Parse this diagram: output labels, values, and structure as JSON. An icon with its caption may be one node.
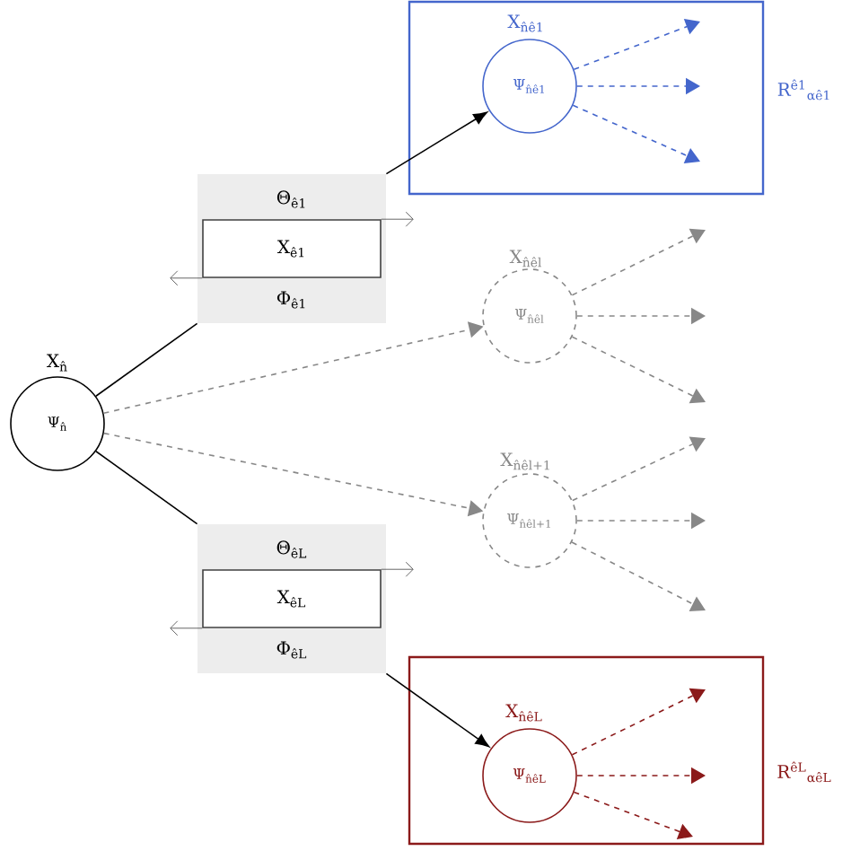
{
  "diagram": {
    "nodes": [
      {
        "text": [
          "Ψ$_{n̂}$"
        ],
        "beside": [
          "X$_{n̂}$"
        ]
      },
      {
        "text": [
          "Θ$_{ê1}$",
          "Φ$_{ê1}$"
        ]
      },
      {
        "text": [
          "X$_{ê1}$"
        ],
        "in": 1
      },
      {
        "text": [
          "Θ$_{êL}$",
          "Φ$_{êL}$"
        ]
      },
      {
        "text": [
          "X$_{êL}$"
        ],
        "in": 3
      },
      {
        "text": [],
        "shape": "box",
        "beside": [
          "R$^{ê1}$$_{αê1}$"
        ]
      },
      {
        "text": [
          "Ψ$_{n̂ê1}$"
        ],
        "in": 5,
        "beside": [
          "X$_{n̂ê1}$"
        ]
      },
      {
        "text": [
          "Ψ$_{n̂êl}$"
        ],
        "beside": [
          "X$_{n̂êl}$"
        ]
      },
      {
        "text": [
          "Ψ$_{n̂êl+1}$"
        ],
        "beside": [
          "X$_{n̂êl+1}$"
        ]
      },
      {
        "text": [],
        "shape": "box",
        "beside": [
          "R$^{êL}$$_{αêL}$"
        ]
      },
      {
        "text": [
          "Ψ$_{n̂êL}$"
        ],
        "in": 9,
        "beside": [
          "X$_{n̂êL}$"
        ]
      }
    ],
    "edges": [
      {
        "from": 0,
        "to": 1,
        "arrow": "none",
        "color": "#000000"
      },
      {
        "from": 0,
        "to": 3,
        "arrow": "none",
        "color": "#000000"
      },
      {
        "from": 1,
        "to": 6,
        "arrow": "to",
        "color": "#000000"
      },
      {
        "from": 3,
        "to": 10,
        "arrow": "to",
        "color": "#000000"
      },
      {
        "from": 0,
        "to": 7,
        "arrow": "to",
        "style": "dashed"
      },
      {
        "from": 0,
        "to": 8,
        "arrow": "to",
        "style": "dashed"
      },
      {
        "from": 6,
        "to": null,
        "arrow": "to",
        "style": "dashed",
        "color": "#4466cc"
      },
      {
        "from": 6,
        "to": null,
        "arrow": "to",
        "style": "dashed",
        "color": "#4466cc"
      },
      {
        "from": 6,
        "to": null,
        "arrow": "to",
        "style": "dashed",
        "color": "#4466cc"
      },
      {
        "from": 7,
        "to": null,
        "arrow": "to",
        "style": "dashed"
      },
      {
        "from": 7,
        "to": null,
        "arrow": "to",
        "style": "dashed"
      },
      {
        "from": 7,
        "to": null,
        "arrow": "to",
        "style": "dashed"
      },
      {
        "from": 8,
        "to": null,
        "arrow": "to",
        "style": "dashed"
      },
      {
        "from": 8,
        "to": null,
        "arrow": "to",
        "style": "dashed"
      },
      {
        "from": 8,
        "to": null,
        "arrow": "to",
        "style": "dashed"
      },
      {
        "from": 10,
        "to": null,
        "arrow": "to",
        "style": "dashed",
        "color": "#8b1a1a"
      },
      {
        "from": 10,
        "to": null,
        "arrow": "to",
        "style": "dashed",
        "color": "#8b1a1a"
      },
      {
        "from": 10,
        "to": null,
        "arrow": "to",
        "style": "dashed",
        "color": "#8b1a1a"
      }
    ]
  }
}
